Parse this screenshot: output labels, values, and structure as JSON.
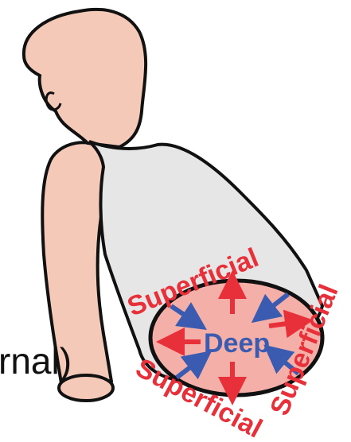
{
  "labels": {
    "superficial_top": "Superficial",
    "superficial_right": "Superficial",
    "superficial_bottom": "Superficial",
    "deep": "Deep",
    "partial_text": "rnal)"
  },
  "colors": {
    "skin": "#f5c9b8",
    "shirt": "#e6e6e6",
    "cross_section": "#f4b0a8",
    "outline": "#111111",
    "superficial_arrow": "#e8303a",
    "deep_arrow": "#3a5bb0"
  }
}
